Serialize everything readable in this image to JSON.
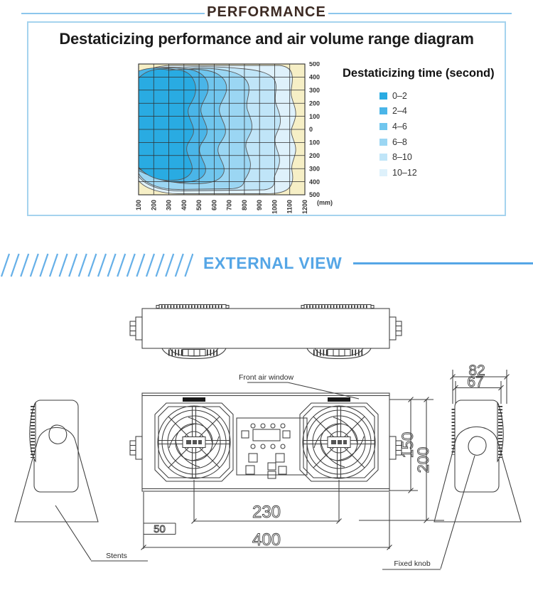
{
  "performance": {
    "section_title": "PERFORMANCE",
    "diagram_title": "Destaticizing performance and air volume range diagram",
    "legend_title": "Destaticizing time (second)"
  },
  "chart_data": {
    "type": "contour",
    "title": "Destaticizing performance and air volume range diagram",
    "legend_title": "Destaticizing time (second)",
    "x_ticks": [
      "100",
      "200",
      "300",
      "400",
      "500",
      "600",
      "700",
      "800",
      "900",
      "1000",
      "1100",
      "1200"
    ],
    "x_label_unit": "(mm)",
    "y_ticks": [
      "500",
      "400",
      "300",
      "200",
      "100",
      "0",
      "100",
      "200",
      "300",
      "400",
      "500"
    ],
    "x_range_mm": [
      100,
      1200
    ],
    "y_range_mm": [
      -500,
      500
    ],
    "grid": true,
    "legend_position": "right",
    "background_color": "#f6efc6",
    "bands": [
      {
        "label": "0–2",
        "color": "#29abe2",
        "max_reach_mm": 480
      },
      {
        "label": "2–4",
        "color": "#4ab5e8",
        "max_reach_mm": 600
      },
      {
        "label": "4–6",
        "color": "#70c6ee",
        "max_reach_mm": 740
      },
      {
        "label": "6–8",
        "color": "#9bd6f3",
        "max_reach_mm": 870
      },
      {
        "label": "8–10",
        "color": "#c0e5f8",
        "max_reach_mm": 1060
      },
      {
        "label": "10–12",
        "color": "#def1fb",
        "max_reach_mm": 1190
      }
    ]
  },
  "external": {
    "section_title": "EXTERNAL VIEW",
    "callouts": {
      "front_air_window": "Front air window",
      "stents": "Stents",
      "fixed_knob": "Fixed knob"
    },
    "dimensions": {
      "depth_total": "82",
      "depth_body": "67",
      "height_body": "150",
      "height_total": "200",
      "fan_pitch": "230",
      "side_offset": "50",
      "width_total": "400"
    }
  },
  "colors": {
    "accent_blue": "#55a6e6",
    "header_line_blue": "#8cc6ec",
    "performance_title_brown": "#3c2a23",
    "box_border_blue": "#a5d3ee",
    "cad_line": "#3d3d3d",
    "chart_background_cream": "#f6efc6",
    "hatch_blue": "#66b0e8"
  }
}
